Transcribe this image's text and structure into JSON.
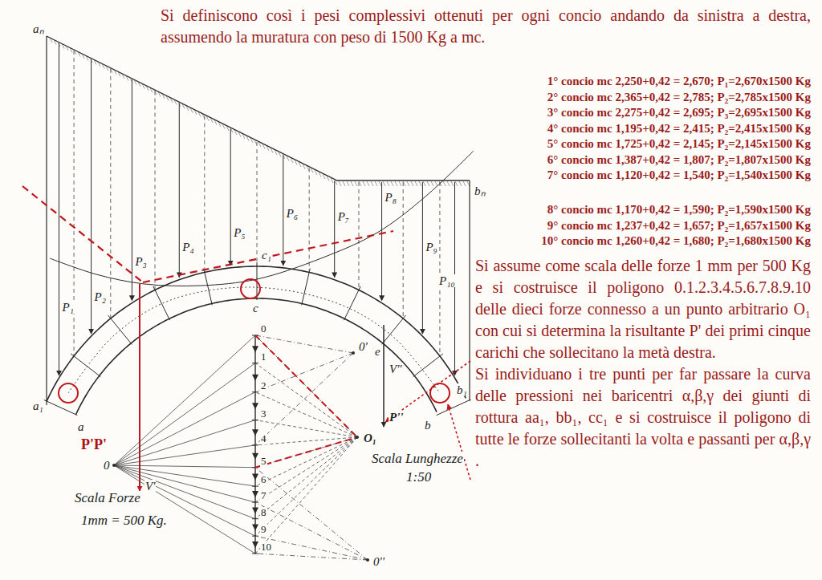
{
  "diagram": {
    "labels": [
      "Si definiscono così i pesi complessivi ottenuti per ogni concio andando da sinistra a destra, assumendo la muratura con peso di 1500 Kg a mc.",
      "1° concio mc 2,250+0,42 = 2,670; P₁=2,670x1500 Kg",
      "2° concio mc 2,365+0,42 = 2,785; P₂=2,785x1500 Kg",
      "3° concio mc 2,275+0,42 = 2,695; P₃=2,695x1500 Kg",
      "4° concio mc 1,195+0,42 = 2,415; P₂=2,415x1500 Kg",
      "5° concio mc 1,725+0,42 = 2,145; P₂=2,145x1500 Kg",
      "6° concio mc 1,387+0,42 = 1,807; P₂=1,807x1500 Kg",
      "7° concio mc 1,120+0,42 = 1,540; P₂=1,540x1500 Kg",
      "8° concio mc 1,170+0,42 = 1,590; P₂=1,590x1500 Kg",
      "9° concio mc 1,237+0,42 = 1,657; P₂=1,657x1500 Kg",
      "10° concio mc 1,260+0,42 = 1,680; P₂=1,680x1500 Kg",
      "Si assume come scala delle forze 1 mm per 500 Kg e si costruisce il poligono 0.1.2.3.4.5.6.7.8.9.10 delle dieci forze connesso a un punto arbitrario O₁ con cui si determina la risultante P' dei primi cinque carichi che sollecitano la metà destra.",
      "Si individuano i tre punti per far passare la curva delle pressioni nei baricentri α,β,γ dei giunti di rottura aa₁, bb₁, cc₁ e si costruisce il poligono di tutte le forze sollecitanti la volta e passanti per α,β,γ .",
      "aₙ",
      "bₙ",
      "P₁",
      "P₂",
      "P₃",
      "P₄",
      "P₅",
      "P₆",
      "P₇",
      "P₈",
      "P₉",
      "P₁₀",
      "c₁",
      "c",
      "a₁",
      "a",
      "b₁",
      "b",
      "e",
      "V'",
      "P''",
      "V''",
      "P'P'",
      "0",
      "O₁",
      "0'",
      "0''",
      "0",
      "1",
      "2",
      "3",
      "4",
      "5",
      "6",
      "7",
      "8",
      "9",
      "10",
      "Scala Forze",
      "1mm = 500 Kg.",
      "Scala Lunghezze",
      "1:50"
    ]
  }
}
